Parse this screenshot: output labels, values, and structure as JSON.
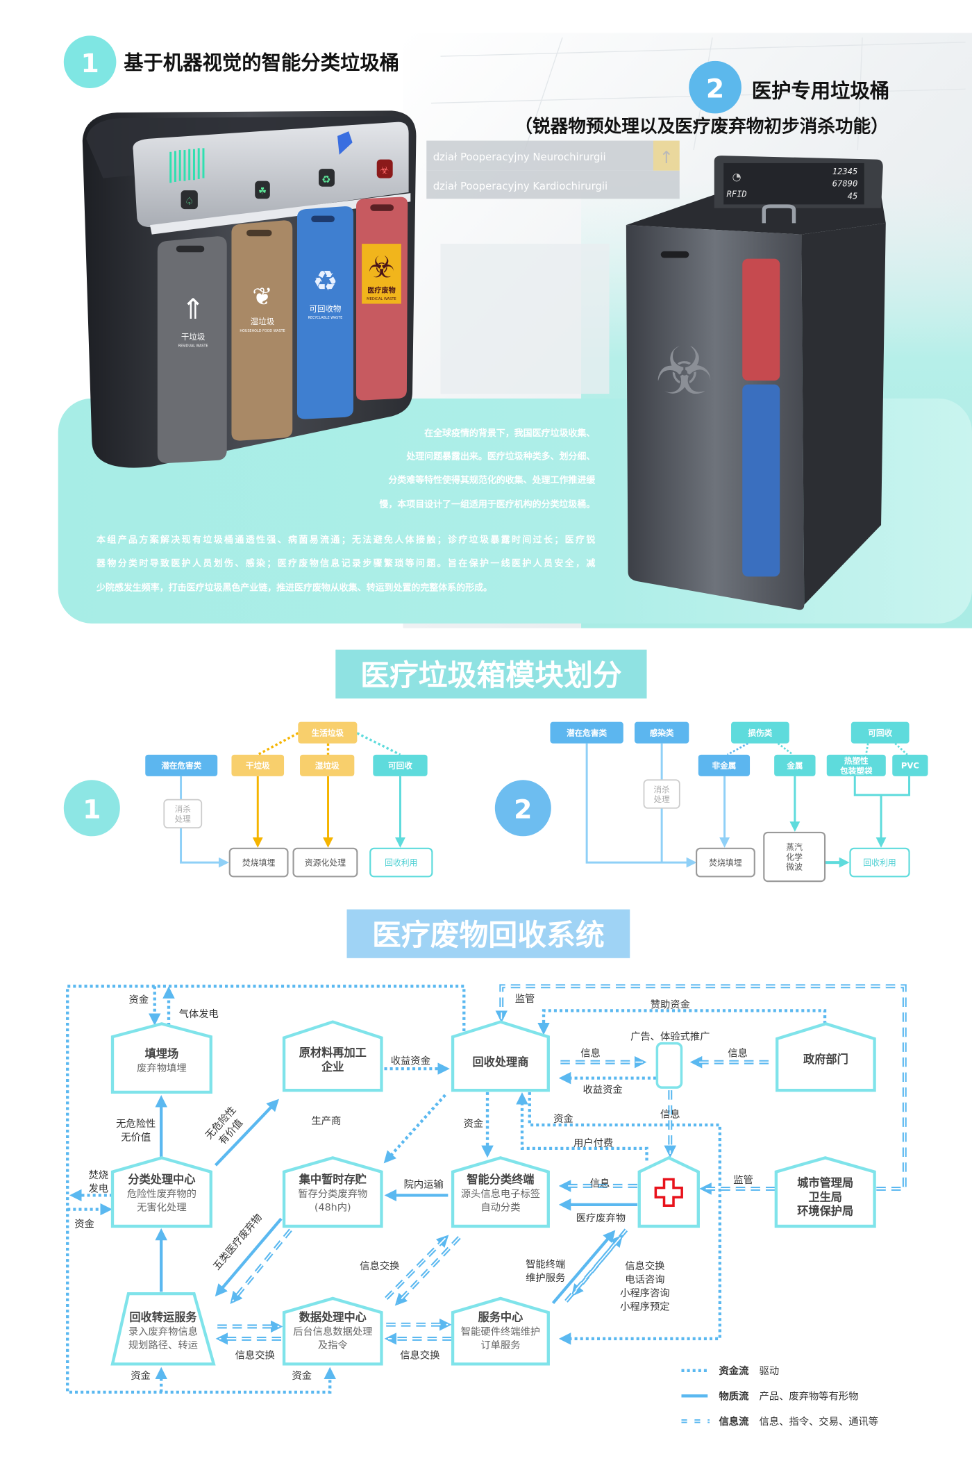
{
  "hero": {
    "badge1": "1",
    "title1": "基于机器视觉的智能分类垃圾桶",
    "badge2": "2",
    "title2": "医护专用垃圾桶",
    "subtitle2": "（锐器物预处理以及医疗废弃物初步消杀功能）",
    "sign1": "dział Pooperacyjny Neurochirurgii",
    "sign2": "dział Pooperacyjny Kardiochirurgii",
    "bins": [
      {
        "label": "干垃圾",
        "en": "RESIDUAL WASTE",
        "color": "#6b6d72"
      },
      {
        "label": "湿垃圾",
        "en": "HOUSEHOLD FOOD WASTE",
        "color": "#a98966"
      },
      {
        "label": "可回收物",
        "en": "RECYCLABLE WASTE",
        "color": "#3f7fd0"
      },
      {
        "label": "医疗废物",
        "en": "MEDICAL WASTE",
        "color": "#c75a60"
      }
    ],
    "rfid": "RFID",
    "display": [
      "12345",
      "67890",
      "45"
    ],
    "para1": [
      "在全球疫情的背景下，我国医疗垃圾收集、",
      "处理问题暴露出来。医疗垃圾种类多、划分细、",
      "分类难等特性使得其规范化的收集、处理工作推进缓",
      "慢，本项目设计了一组适用于医疗机构的分类垃圾桶。"
    ],
    "para2": [
      "本组产品方案解决现有垃圾桶通透性强、病菌易流通；无法避免人体接触；诊疗垃圾暴露时间过长；医疗锐",
      "器物分类时导致医护人员划伤、感染；医疗废物信息记录步骤繁琐等问题。旨在保护一线医护人员安全，减",
      "少院感发生频率，打击医疗垃圾黑色产业链，推进医疗废物从收集、转运到处置的完整体系的形成。"
    ]
  },
  "modules": {
    "title": "医疗垃圾箱模块划分",
    "d1": {
      "badge": "1",
      "top": "生活垃圾",
      "hazard": "潜在危害类",
      "dry": "干垃圾",
      "wet": "湿垃圾",
      "recycle": "可回收",
      "disinfect": [
        "消杀",
        "处理"
      ],
      "burn": "焚烧填埋",
      "resource": "资源化处理",
      "reuse": "回收利用"
    },
    "d2": {
      "badge": "2",
      "hazard": "潜在危害类",
      "infect": "感染类",
      "injury": "损伤类",
      "recycle": "可回收",
      "nonmetal": "非金属",
      "metal": "金属",
      "plastic": [
        "热塑性",
        "包装塑袋"
      ],
      "pvc": "PVC",
      "disinfect": [
        "消杀",
        "处理"
      ],
      "burn": "焚烧填埋",
      "steam": [
        "蒸汽",
        "化学",
        "微波"
      ],
      "reuse": "回收利用"
    },
    "colors": {
      "blue": "#5cb6ef",
      "yellow": "#f8cf6c",
      "teal": "#5edbdc",
      "orange": "#f5b400"
    }
  },
  "system": {
    "title": "医疗废物回收系统",
    "nodes": {
      "landfill": {
        "title": [
          "填埋场"
        ],
        "sub": [
          "废弃物填埋"
        ]
      },
      "reprocess": {
        "title": [
          "原材料再加工",
          "企业"
        ]
      },
      "recycler": {
        "title": [
          "回收处理商"
        ]
      },
      "government": {
        "title": [
          "政府部门"
        ]
      },
      "sorting_center": {
        "title": [
          "分类处理中心"
        ],
        "sub": [
          "危险性废弃物的",
          "无害化处理"
        ]
      },
      "storage": {
        "title": [
          "集中暂时存贮"
        ],
        "sub": [
          "暂存分类废弃物",
          "(48h内)"
        ]
      },
      "smart_terminal": {
        "title": [
          "智能分类终端"
        ],
        "sub": [
          "源头信息电子标签",
          "自动分类"
        ]
      },
      "hospital": {
        "title": [],
        "icon": "red-cross-icon"
      },
      "city": {
        "title": [
          "城市管理局",
          "卫生局",
          "环境保护局"
        ]
      },
      "transport": {
        "title": [
          "回收转运服务"
        ],
        "sub": [
          "录入废弃物信息",
          "规划路径、转运"
        ]
      },
      "data_center": {
        "title": [
          "数据处理中心"
        ],
        "sub": [
          "后台信息数据处理",
          "及指令"
        ]
      },
      "service_center": {
        "title": [
          "服务中心"
        ],
        "sub": [
          "智能硬件终端维护",
          "订单服务"
        ]
      }
    },
    "labels": {
      "fund_landfill": "资金",
      "gas_power": "气体发电",
      "income_reprocess": "收益资金",
      "supervise_top": "监管",
      "sponsor": "赞助资金",
      "ad_promo": "广告、体验式推广",
      "info_to_ad": "信息",
      "income_ad": "收益资金",
      "info_gov": "信息",
      "info_hospital": "信息",
      "fund_terminal": "资金",
      "fund_service": "资金",
      "user_pay": "用户付费",
      "producer": "生产商",
      "safe_novalue": [
        "无危险性",
        "无价值"
      ],
      "safe_value": [
        "无危险性",
        "有价值"
      ],
      "burn_power": [
        "焚烧",
        "发电"
      ],
      "fund_sorting": "资金",
      "transport_in": "院内运输",
      "info_terminal": "信息",
      "medical_waste": "医疗废弃物",
      "supervise_city": "监管",
      "five_types": "五类医疗废弃物",
      "info_exchange_1": "信息交换",
      "info_exchange_2": "信息交换",
      "info_exchange_3": "信息交换",
      "maintenance": [
        "智能终端",
        "维护服务"
      ],
      "info_exchange_4": [
        "信息交换",
        "电话咨询",
        "小程序咨询",
        "小程序预定"
      ],
      "fund_transport": "资金",
      "fund_data": "资金"
    },
    "legend": [
      {
        "name": "资金流",
        "desc": "驱动",
        "style": "dotted"
      },
      {
        "name": "物质流",
        "desc": "产品、废弃物等有形物",
        "style": "solid"
      },
      {
        "name": "信息流",
        "desc": "信息、指令、交易、通讯等",
        "style": "dashed"
      }
    ],
    "colors": {
      "line": "#5ab8f0",
      "house": "#7fe3ea",
      "cross": "#e8121b"
    }
  }
}
